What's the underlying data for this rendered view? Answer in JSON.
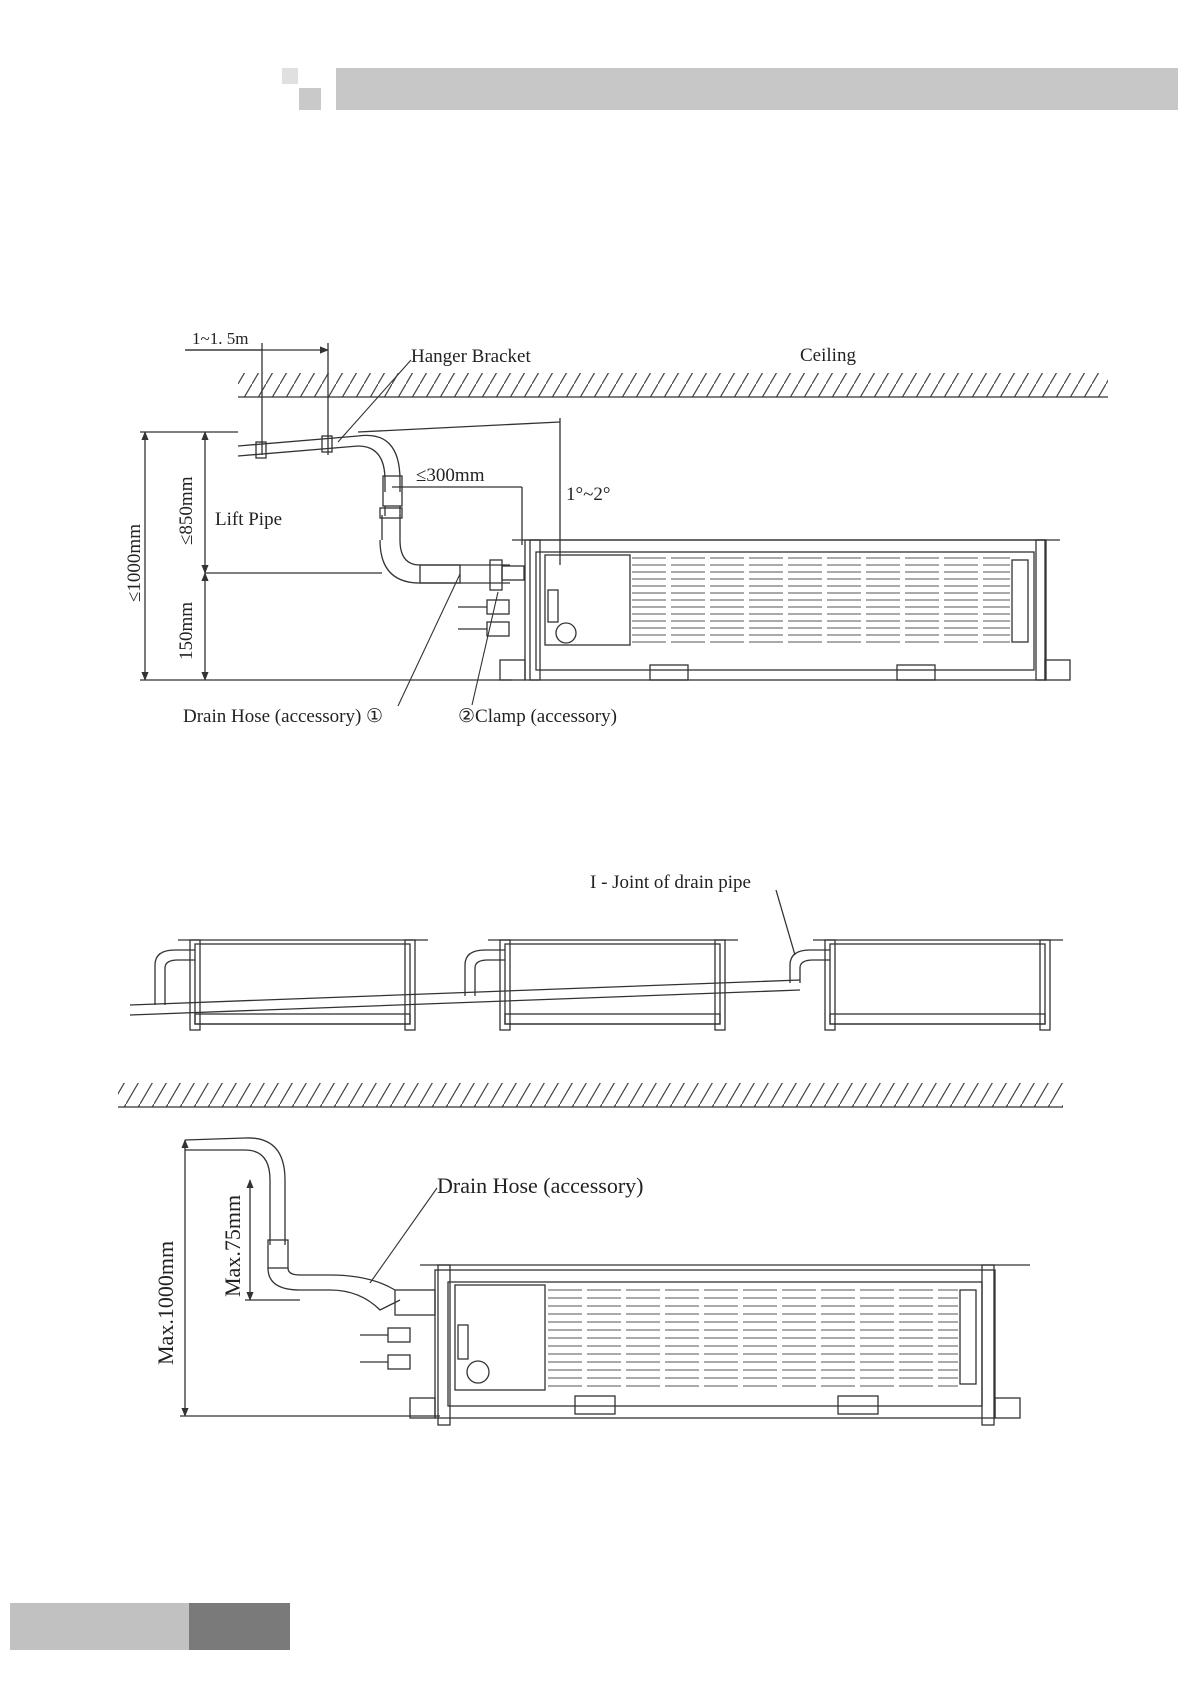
{
  "figure1": {
    "dim_spacing": "1~1. 5m",
    "hanger_bracket": "Hanger Bracket",
    "ceiling": "Ceiling",
    "dim_300": "≤300mm",
    "slope": "1°~2°",
    "lift_pipe": "Lift Pipe",
    "dim_850": "≤850mm",
    "dim_1000": "≤1000mm",
    "dim_150": "150mm",
    "drain_hose": "Drain Hose (accessory) ①",
    "clamp": "②Clamp (accessory)"
  },
  "figure2": {
    "joint": "I - Joint of drain pipe"
  },
  "figure3": {
    "drain_hose": "Drain Hose (accessory)",
    "dim_75": "Max.75mm",
    "dim_1000": "Max.1000mm"
  },
  "colors": {
    "line": "#333333",
    "header_bar": "#c7c7c7",
    "footer_light": "#c1c1c1",
    "footer_dark": "#7a7a7a"
  }
}
